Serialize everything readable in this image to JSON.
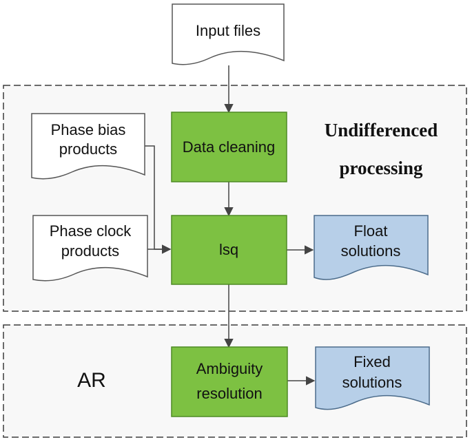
{
  "groups": {
    "undiff": {
      "title_line1": "Undifferenced",
      "title_line2": "processing"
    },
    "ar": {
      "title": "AR"
    }
  },
  "nodes": {
    "input": {
      "label": "Input files"
    },
    "bias": {
      "line1": "Phase bias",
      "line2": "products"
    },
    "clock": {
      "line1": "Phase clock",
      "line2": "products"
    },
    "cleaning": {
      "label": "Data cleaning"
    },
    "lsq": {
      "label": "lsq"
    },
    "float": {
      "line1": "Float",
      "line2": "solutions"
    },
    "ambiguity": {
      "line1": "Ambiguity",
      "line2": "resolution"
    },
    "fixed": {
      "line1": "Fixed",
      "line2": "solutions"
    }
  },
  "colors": {
    "process_fill": "#7dc142",
    "process_stroke": "#4e8a24",
    "output_fill": "#b7cfe8",
    "output_stroke": "#4b6b8a",
    "document_fill": "#ffffff",
    "group_fill": "#f8f8f8",
    "group_stroke": "#3a3a3a",
    "connector": "#444444"
  }
}
